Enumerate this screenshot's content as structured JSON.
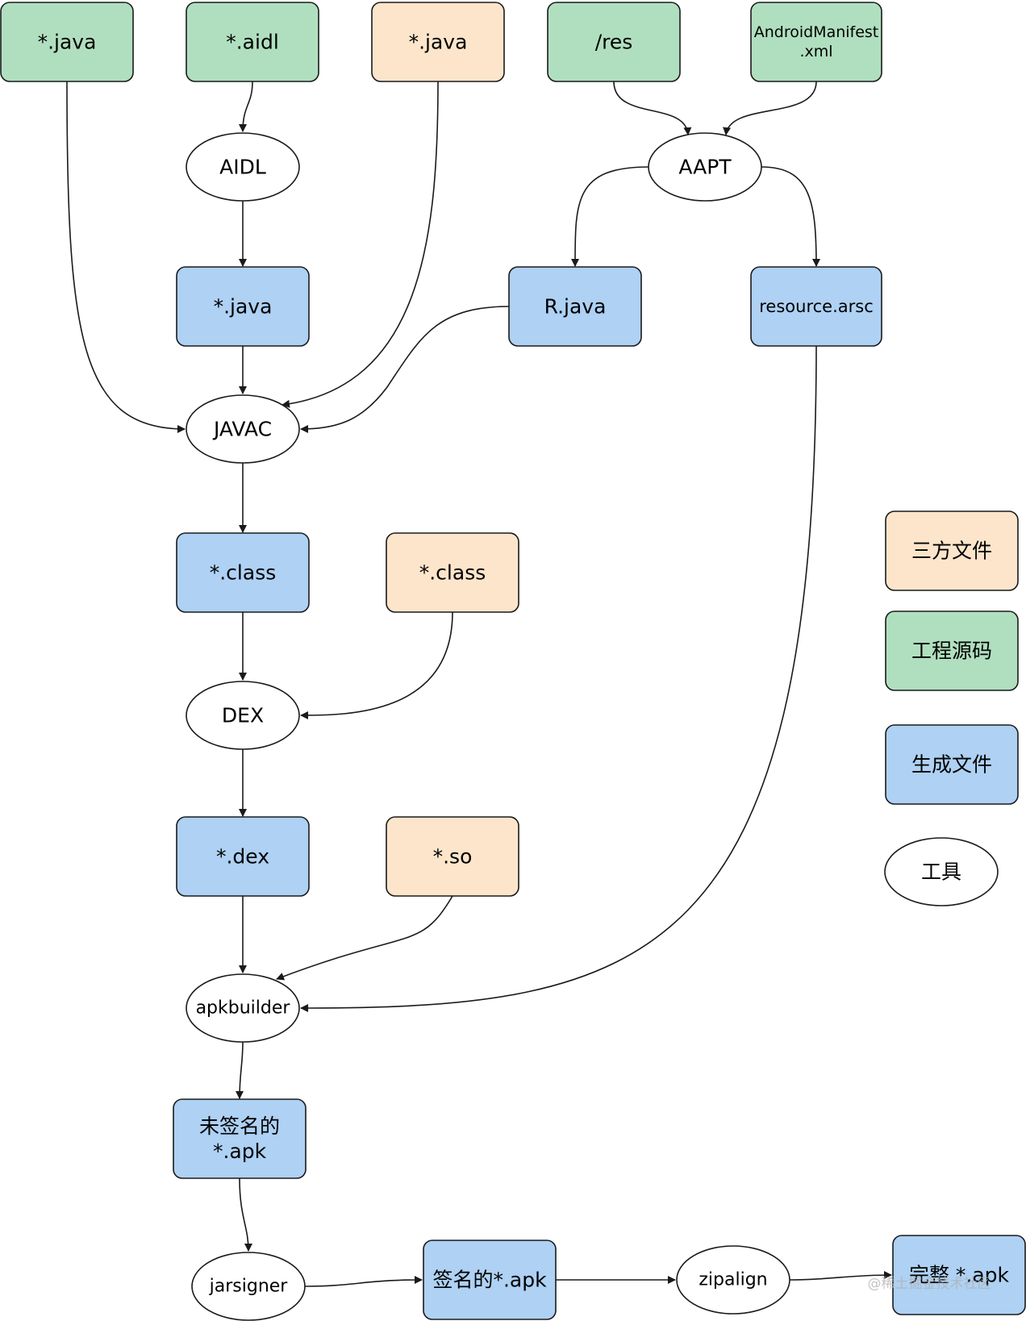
{
  "colors": {
    "project_source": "#b0dfbf",
    "third_party": "#fde5cb",
    "generated": "#aed1f4",
    "tool": "#ffffff",
    "stroke": "#1a1a1a"
  },
  "nodes": [
    {
      "id": "java-src",
      "kind": "project_source",
      "lines": [
        "*.java"
      ]
    },
    {
      "id": "aidl-src",
      "kind": "project_source",
      "lines": [
        "*.aidl"
      ]
    },
    {
      "id": "java-third",
      "kind": "third_party",
      "lines": [
        "*.java"
      ]
    },
    {
      "id": "res-src",
      "kind": "project_source",
      "lines": [
        "/res"
      ]
    },
    {
      "id": "manifest-src",
      "kind": "project_source",
      "lines": [
        "AndroidManifest",
        ".xml"
      ]
    },
    {
      "id": "aidl-tool",
      "kind": "tool",
      "lines": [
        "AIDL"
      ]
    },
    {
      "id": "aapt-tool",
      "kind": "tool",
      "lines": [
        "AAPT"
      ]
    },
    {
      "id": "java-gen",
      "kind": "generated",
      "lines": [
        "*.java"
      ]
    },
    {
      "id": "rjava-gen",
      "kind": "generated",
      "lines": [
        "R.java"
      ]
    },
    {
      "id": "arsc-gen",
      "kind": "generated",
      "lines": [
        "resource.arsc"
      ]
    },
    {
      "id": "javac-tool",
      "kind": "tool",
      "lines": [
        "JAVAC"
      ]
    },
    {
      "id": "class-gen",
      "kind": "generated",
      "lines": [
        "*.class"
      ]
    },
    {
      "id": "class-third",
      "kind": "third_party",
      "lines": [
        "*.class"
      ]
    },
    {
      "id": "dex-tool",
      "kind": "tool",
      "lines": [
        "DEX"
      ]
    },
    {
      "id": "dex-gen",
      "kind": "generated",
      "lines": [
        "*.dex"
      ]
    },
    {
      "id": "so-third",
      "kind": "third_party",
      "lines": [
        "*.so"
      ]
    },
    {
      "id": "apkbuilder-tool",
      "kind": "tool",
      "lines": [
        "apkbuilder"
      ]
    },
    {
      "id": "unsigned-apk-gen",
      "kind": "generated",
      "lines": [
        "未签名的",
        "*.apk"
      ]
    },
    {
      "id": "jarsigner-tool",
      "kind": "tool",
      "lines": [
        "jarsigner"
      ]
    },
    {
      "id": "signed-apk-gen",
      "kind": "generated",
      "lines": [
        "签名的*.apk"
      ]
    },
    {
      "id": "zipalign-tool",
      "kind": "tool",
      "lines": [
        "zipalign"
      ]
    },
    {
      "id": "final-apk-gen",
      "kind": "generated",
      "lines": [
        "完整 *.apk"
      ]
    }
  ],
  "edges": [
    {
      "from": "java-src",
      "to": "javac-tool"
    },
    {
      "from": "aidl-src",
      "to": "aidl-tool"
    },
    {
      "from": "aidl-tool",
      "to": "java-gen"
    },
    {
      "from": "java-third",
      "to": "javac-tool"
    },
    {
      "from": "res-src",
      "to": "aapt-tool"
    },
    {
      "from": "manifest-src",
      "to": "aapt-tool"
    },
    {
      "from": "aapt-tool",
      "to": "rjava-gen"
    },
    {
      "from": "aapt-tool",
      "to": "arsc-gen"
    },
    {
      "from": "java-gen",
      "to": "javac-tool"
    },
    {
      "from": "rjava-gen",
      "to": "javac-tool"
    },
    {
      "from": "javac-tool",
      "to": "class-gen"
    },
    {
      "from": "class-gen",
      "to": "dex-tool"
    },
    {
      "from": "class-third",
      "to": "dex-tool"
    },
    {
      "from": "dex-tool",
      "to": "dex-gen"
    },
    {
      "from": "dex-gen",
      "to": "apkbuilder-tool"
    },
    {
      "from": "so-third",
      "to": "apkbuilder-tool"
    },
    {
      "from": "arsc-gen",
      "to": "apkbuilder-tool"
    },
    {
      "from": "apkbuilder-tool",
      "to": "unsigned-apk-gen"
    },
    {
      "from": "unsigned-apk-gen",
      "to": "jarsigner-tool"
    },
    {
      "from": "jarsigner-tool",
      "to": "signed-apk-gen"
    },
    {
      "from": "signed-apk-gen",
      "to": "zipalign-tool"
    },
    {
      "from": "zipalign-tool",
      "to": "final-apk-gen"
    }
  ],
  "legend": [
    {
      "id": "third-party",
      "kind": "third_party",
      "label": "三方文件"
    },
    {
      "id": "project-source",
      "kind": "project_source",
      "label": "工程源码"
    },
    {
      "id": "generated",
      "kind": "generated",
      "label": "生成文件"
    },
    {
      "id": "tool",
      "kind": "tool",
      "label": "工具"
    }
  ],
  "watermark": "@稀土掘金技术社区"
}
